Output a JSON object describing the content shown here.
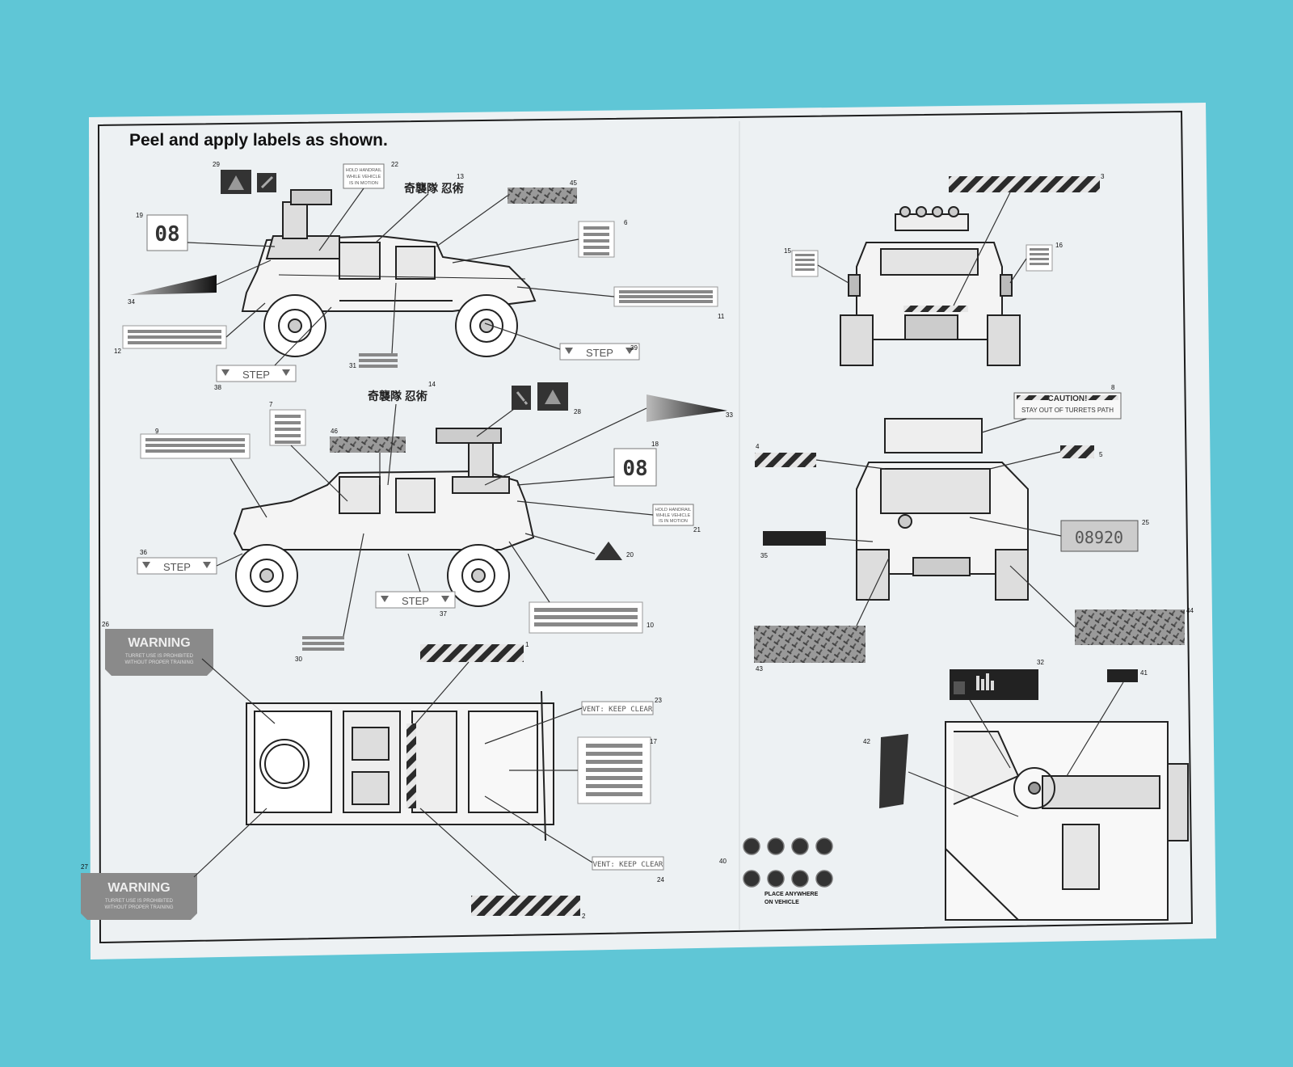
{
  "title": "Peel and apply labels as shown.",
  "callouts": {
    "c1": "1",
    "c2": "2",
    "c3": "3",
    "c4": "4",
    "c5": "5",
    "c6": "6",
    "c7": "7",
    "c8": "8",
    "c9": "9",
    "c10": "10",
    "c11": "11",
    "c12": "12",
    "c13": "13",
    "c14": "14",
    "c15": "15",
    "c16": "16",
    "c17": "17",
    "c18": "18",
    "c19": "19",
    "c20": "20",
    "c21": "21",
    "c22": "22",
    "c23": "23",
    "c24": "24",
    "c25": "25",
    "c26": "26",
    "c27": "27",
    "c28": "28",
    "c29": "29",
    "c30": "30",
    "c31": "31",
    "c32": "32",
    "c33": "33",
    "c34": "34",
    "c35": "35",
    "c36": "36",
    "c37": "37",
    "c38": "38",
    "c39": "39",
    "c40": "40",
    "c41": "41",
    "c42": "42",
    "c43": "43",
    "c44": "44",
    "c45": "45",
    "c46": "46"
  },
  "labels": {
    "step": "STEP",
    "number_08": "08",
    "handrail": [
      "HOLD HANDRAIL",
      "WHILE VEHICLE",
      "IS IN MOTION"
    ],
    "kanji": "奇襲隊 忍術",
    "caution": "CAUTION!",
    "caution_sub": "STAY OUT OF TURRETS PATH",
    "warning": "WARNING",
    "warning_sub": [
      "TURRET USE IS PROHIBITED",
      "WITHOUT PROPER TRAINING"
    ],
    "vent": "VENT: KEEP CLEAR",
    "plate": "08920",
    "place_anywhere": [
      "PLACE ANYWHERE",
      "ON VEHICLE"
    ]
  },
  "colors": {
    "background": "#5fc6d6",
    "paper": "#edf1f3",
    "ink": "#1d1d1d",
    "stripe_gray": "#8e8e8e"
  }
}
